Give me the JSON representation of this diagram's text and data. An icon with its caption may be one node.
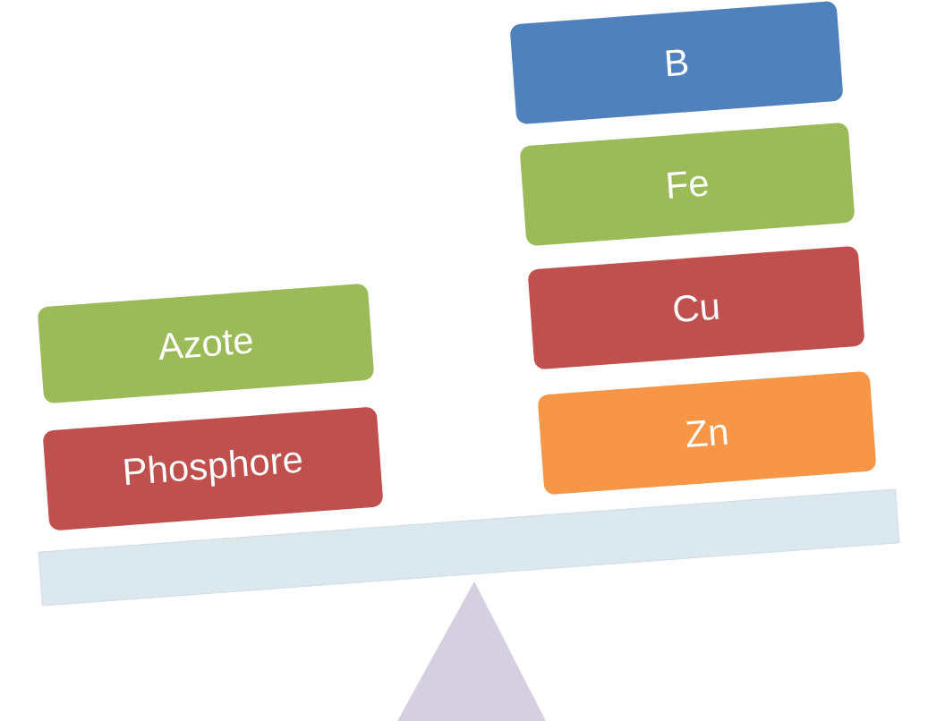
{
  "diagram": {
    "nodes": [
      {
        "text": [
          "Azote"
        ]
      },
      {
        "text": [
          "Phosphore"
        ]
      },
      {
        "text": [
          "B"
        ]
      },
      {
        "text": [
          "Fe"
        ]
      },
      {
        "text": [
          "Cu"
        ]
      },
      {
        "text": [
          "Zn"
        ]
      }
    ]
  }
}
